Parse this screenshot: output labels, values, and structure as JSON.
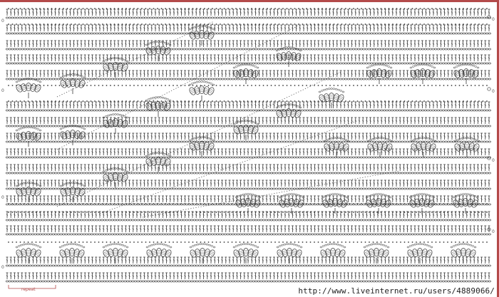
{
  "diagram": {
    "type": "crochet-chart",
    "row_numbers_left": [
      "0",
      "0",
      "0",
      "0"
    ],
    "row_numbers_right": [
      "0",
      "0",
      "0",
      "0"
    ],
    "repeat_label": "repeat",
    "watermark": "http://www.liveinternet.ru/users/4889066/",
    "colors": {
      "ink": "#3a3a3a",
      "accent_border": "#b34a4a",
      "background": "#ffffff"
    }
  }
}
